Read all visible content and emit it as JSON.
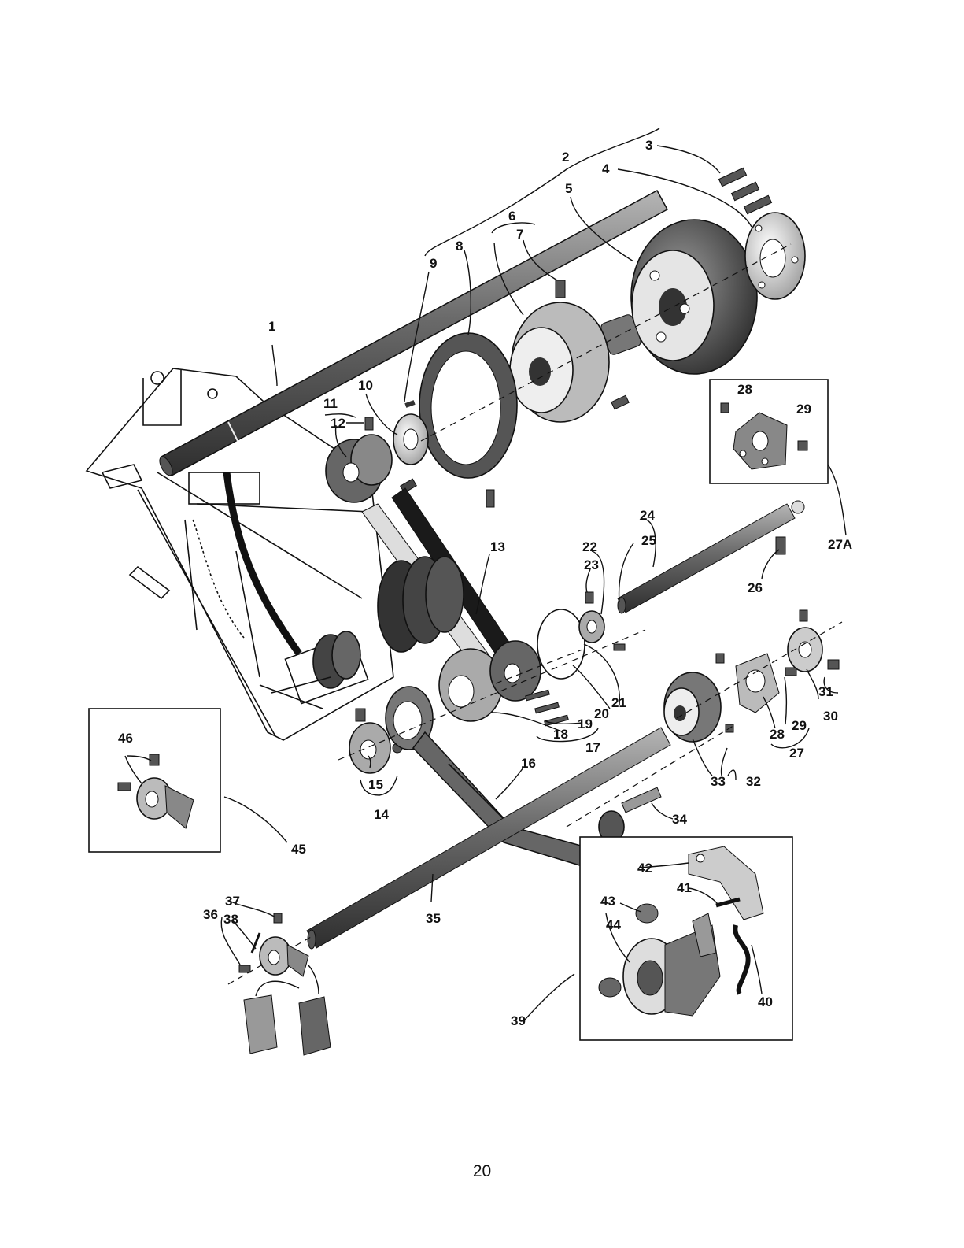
{
  "page_number": "20",
  "callouts": [
    "1",
    "2",
    "3",
    "4",
    "5",
    "6",
    "7",
    "8",
    "9",
    "10",
    "11",
    "12",
    "13",
    "14",
    "15",
    "16",
    "17",
    "18",
    "19",
    "20",
    "21",
    "22",
    "23",
    "24",
    "25",
    "26",
    "27",
    "27A",
    "28",
    "29",
    "28",
    "29",
    "30",
    "31",
    "32",
    "33",
    "34",
    "35",
    "36",
    "37",
    "38",
    "39",
    "40",
    "41",
    "42",
    "43",
    "44",
    "45",
    "46"
  ],
  "colors": {
    "ink": "#111111",
    "metal_dark": "#4a4a4a",
    "metal_mid": "#8a8a8a",
    "metal_light": "#d0d0d0"
  }
}
